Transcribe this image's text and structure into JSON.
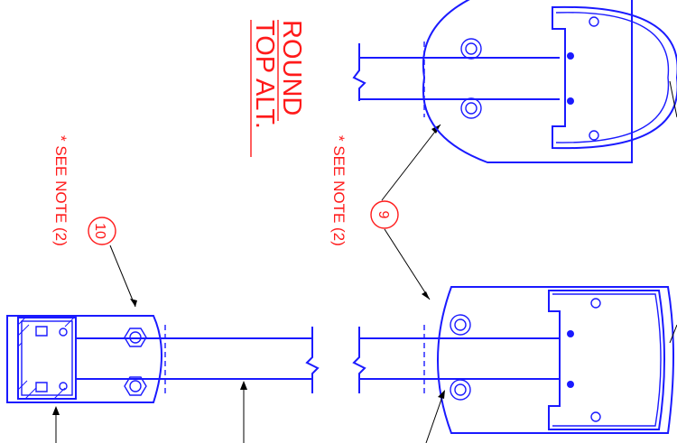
{
  "title": {
    "line1": "ROUND",
    "line2": "TOP ALT."
  },
  "notes": {
    "left": "* SEE NOTE (2)",
    "right": "* SEE NOTE (2)"
  },
  "balloons": {
    "left": "10",
    "right": "9"
  },
  "colors": {
    "annotation": "#ff1a1a",
    "geometry": "#1a1aff",
    "leader": "#000000",
    "background": "#ffffff"
  }
}
